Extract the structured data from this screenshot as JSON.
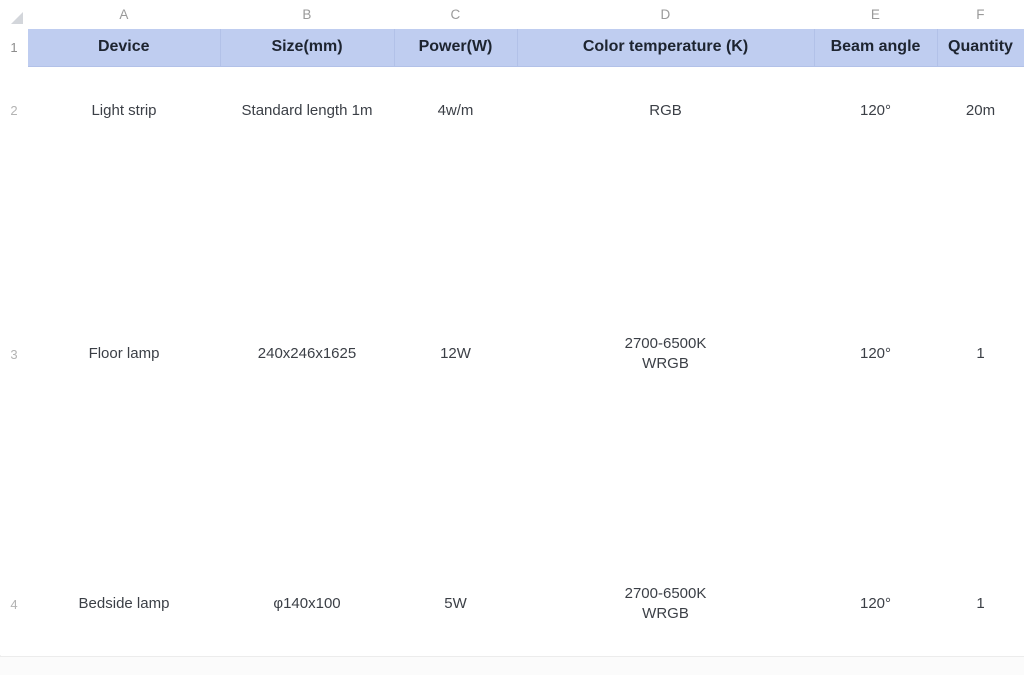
{
  "app": {
    "type": "spreadsheet",
    "select_all_icon": "select-all-triangle-icon"
  },
  "grid": {
    "column_letters": [
      "A",
      "B",
      "C",
      "D",
      "E",
      "F"
    ],
    "row_numbers": [
      "1",
      "2",
      "3",
      "4"
    ],
    "header_fill": "#bfcdf0",
    "gridline_color": "#ededed",
    "text_color": "#3b3f46",
    "header_text_color": "#1d2430",
    "rownum_text_color": "#b3b3b3"
  },
  "table": {
    "headers": [
      "Device",
      "Size(mm)",
      "Power(W)",
      "Color temperature (K)",
      "Beam angle",
      "Quantity"
    ],
    "rows": [
      {
        "row_number": "2",
        "device": "Light strip",
        "size": "Standard length 1m",
        "power": "4w/m",
        "color_temperature_line1": "RGB",
        "color_temperature_line2": "",
        "beam_angle": "120°",
        "quantity": "20m"
      },
      {
        "row_number": "3",
        "device": "Floor lamp",
        "size": "240x246x1625",
        "power": "12W",
        "color_temperature_line1": "2700-6500K",
        "color_temperature_line2": "WRGB",
        "beam_angle": "120°",
        "quantity": "1"
      },
      {
        "row_number": "4",
        "device": "Bedside lamp",
        "size": "φ140x100",
        "power": "5W",
        "color_temperature_line1": "2700-6500K",
        "color_temperature_line2": "WRGB",
        "beam_angle": "120°",
        "quantity": "1"
      }
    ]
  }
}
